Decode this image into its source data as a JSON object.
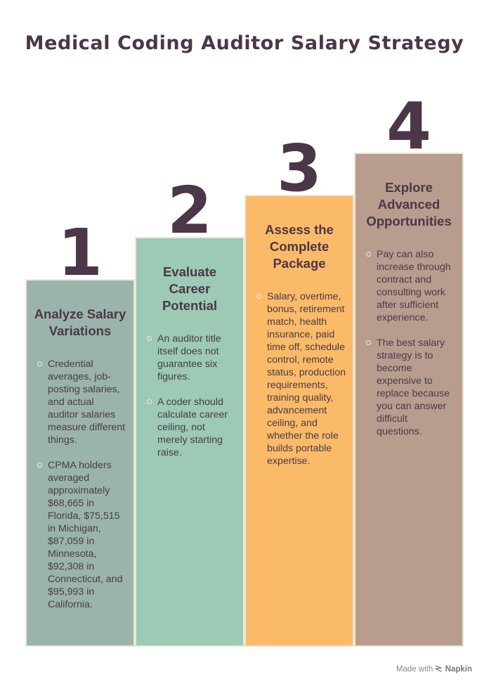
{
  "title": "Medical Coding Auditor Salary Strategy",
  "colors": {
    "step1": "#9ab4ab",
    "step2": "#9ccab4",
    "step3": "#fbba68",
    "step4": "#b89c8e",
    "text": "#4b3747"
  },
  "steps": [
    {
      "number": "1",
      "heading": "Analyze Salary Variations",
      "bullets": [
        "Credential averages, job-posting salaries, and actual auditor salaries measure different things.",
        "CPMA holders averaged approximately $68,665 in Florida, $75,515 in Michigan, $87,059 in Minnesota, $92,308 in Connecticut, and $95,993 in California."
      ]
    },
    {
      "number": "2",
      "heading": "Evaluate Career Potential",
      "bullets": [
        "An auditor title itself does not guarantee six figures.",
        "A coder should calculate career ceiling, not merely starting raise."
      ]
    },
    {
      "number": "3",
      "heading": "Assess the Complete Package",
      "bullets": [
        "Salary, overtime, bonus, retirement match, health insurance, paid time off, schedule control, remote status, production requirements, training quality, advancement ceiling, and whether the role builds portable expertise."
      ]
    },
    {
      "number": "4",
      "heading": "Explore Advanced Opportunities",
      "bullets": [
        "Pay can also increase through contract and consulting work after sufficient experience.",
        "The best salary strategy is to become expensive to replace because you can answer difficult questions."
      ]
    }
  ],
  "footer": {
    "made_with": "Made with",
    "brand": "Napkin",
    "brand_icon": "napkin-logo-icon"
  }
}
